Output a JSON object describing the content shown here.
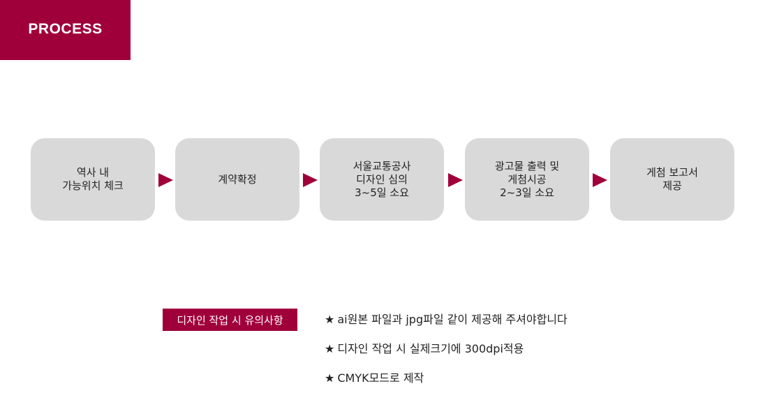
{
  "header": {
    "title": "PROCESS"
  },
  "steps": [
    {
      "lines": [
        "역사 내",
        "가능위치 체크"
      ]
    },
    {
      "lines": [
        "계약확정"
      ]
    },
    {
      "lines": [
        "서울교통공사",
        "디자인 심의",
        "3~5일 소요"
      ]
    },
    {
      "lines": [
        "광고물 출력 및",
        "게첨시공",
        "2~3일 소요"
      ]
    },
    {
      "lines": [
        "게첨 보고서",
        "제공"
      ]
    }
  ],
  "notice": {
    "badge_label": "디자인 작업 시 유의사항",
    "items": [
      {
        "star": "★",
        "text": "ai원본 파일과 jpg파일 같이 제공해 주셔야합니다"
      },
      {
        "star": "★",
        "text": "디자인 작업 시 실제크기에 300dpi적용"
      },
      {
        "star": "★",
        "text": "CMYK모드로 제작"
      }
    ]
  },
  "colors": {
    "accent": "#a0003a",
    "box_bg": "#d9d9d9",
    "text": "#222222"
  }
}
